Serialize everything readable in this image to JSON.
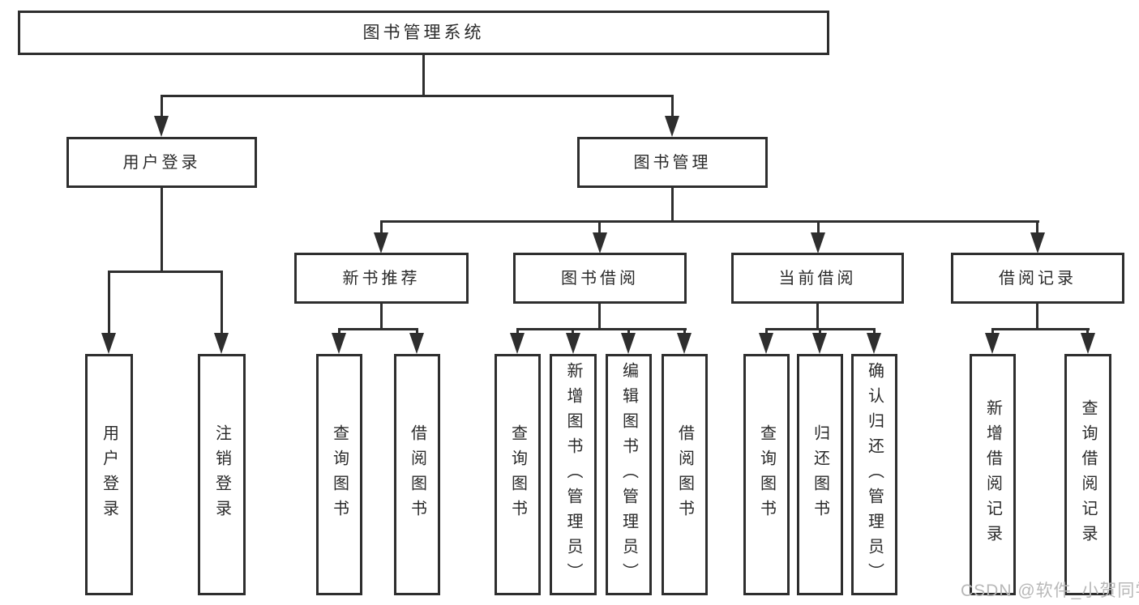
{
  "diagram": {
    "title": "图书管理系统",
    "branches": {
      "user": {
        "label": "用户登录",
        "children": [
          "用户登录",
          "注销登录"
        ]
      },
      "books": {
        "label": "图书管理",
        "sections": [
          {
            "label": "新书推荐",
            "children": [
              "查询图书",
              "借阅图书"
            ]
          },
          {
            "label": "图书借阅",
            "children": [
              "查询图书",
              "新增图书（管理员）",
              "编辑图书（管理员）",
              "借阅图书"
            ]
          },
          {
            "label": "当前借阅",
            "children": [
              "查询图书",
              "归还图书",
              "确认归还（管理员）"
            ]
          },
          {
            "label": "借阅记录",
            "children": [
              "新增借阅记录",
              "查询借阅记录"
            ]
          }
        ]
      }
    }
  },
  "watermark": "CSDN @软件_小贺同学",
  "colors": {
    "line": "#2e2e2e",
    "text": "#2a2a2a",
    "watermark": "#b8b8b8",
    "background": "#ffffff"
  }
}
